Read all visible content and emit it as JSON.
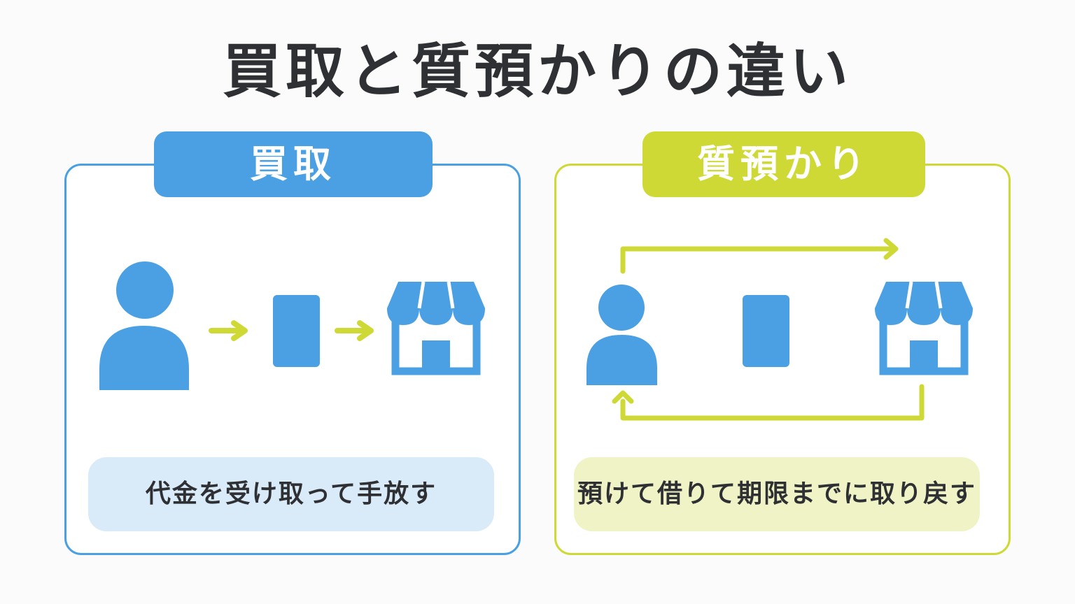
{
  "title": "買取と質預かりの違い",
  "colors": {
    "blue": "#4aa0e2",
    "lime": "#cfd936",
    "blue_light": "#d9eaf8",
    "lime_light": "#f0f3c6",
    "text": "#2f3033"
  },
  "buy": {
    "label": "買取",
    "caption": "代金を受け取って手放す",
    "icons": [
      "person-icon",
      "arrow-right-icon",
      "item-icon",
      "arrow-right-icon",
      "shop-icon"
    ]
  },
  "pawn": {
    "label": "質預かり",
    "caption": "預けて借りて期限までに取り戻す",
    "icons": [
      "person-icon",
      "item-icon",
      "shop-icon",
      "arrow-to-shop-icon",
      "arrow-back-to-person-icon"
    ]
  }
}
